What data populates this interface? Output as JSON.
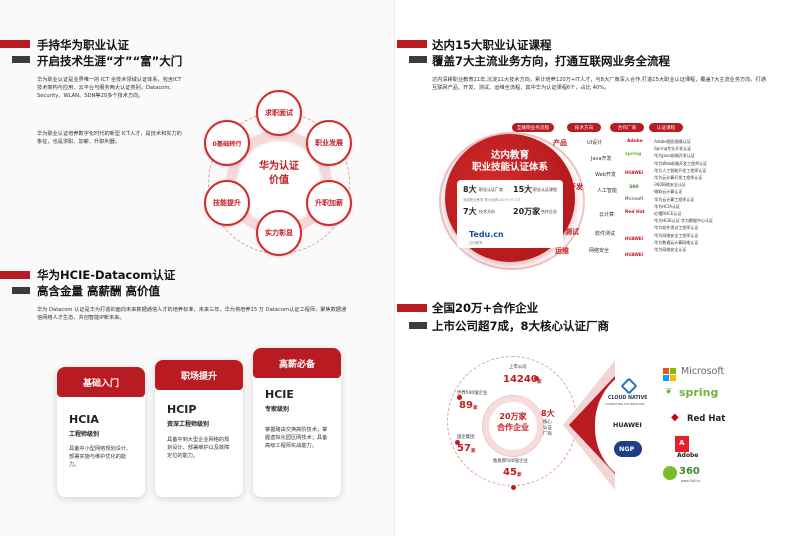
{
  "left": {
    "sec1": {
      "title1": "手持华为职业认证",
      "title2": "开启技术生涯“才”“富”大门",
      "para1": "华为职业认证是业界唯一的 ICT 全技术领域认证体系，包含ICT技术架构与应用、云平台与服务两大认证类别，Datacom、Security、WLAN、SDN等20多个技术方向。",
      "para2": "华为职业认证培养数字化时代的新型 ICT人才，是技术和实力的象征，也是求职、加薪、升职利器。",
      "center": "华为认证\n价值",
      "nodes": [
        "求职面试",
        "职业发展",
        "升职加薪",
        "实力彰显",
        "技能提升",
        "0基础转行"
      ]
    },
    "sec2": {
      "title1": "华为HCIE-Datacom认证",
      "title2": "高含金量  高薪酬  高价值",
      "para": "华为 Datacom 认证是华为打造的面向未来数据通信人才的培养标准，未来三年，华为将培养15 万 Datacom认证工程师，聚焦数据通信网络人才生态，共创智能IP新未来。",
      "cards": [
        {
          "head": "基础入门",
          "title": "HCIA",
          "sub": "工程师级别",
          "text": "具备中小型网络规划设计、部署实施与维护优化的能力。"
        },
        {
          "head": "职场提升",
          "title": "HCIP",
          "sub": "资深工程师级别",
          "text": "具备中到大型企业网络的规划设计、部署维护以及故障定位的能力。"
        },
        {
          "head": "高薪必备",
          "title": "HCIE",
          "sub": "专家级别",
          "text": "掌握路由交换高阶技术；掌握虚拟化园区网技术；具备高级工程师实战能力。"
        }
      ]
    }
  },
  "right": {
    "sec1": {
      "title1": "达内15大职业认证课程",
      "title2": "覆盖7大主流业务方向，打通互联网业务全流程",
      "para": "达内深耕职业教育21年,沉淀11大技术方向，累计培养120万+IT人才，与8大厂商深入合作,打造15大职业认证课程，覆盖7大主流业务方向，打通互联网产品、开发、测试、运维全流程，其中华为认证课程6个，占比 40%。",
      "headers": [
        "互联网业务流程",
        "技术方向",
        "合作厂商",
        "认证课程"
      ],
      "core_title": "达内教育\n职业技能认证体系",
      "stats": [
        {
          "num": "8大",
          "label": "职业认证厂商"
        },
        {
          "num": "15大",
          "label": "职业认证课程"
        },
        {
          "num": "7大",
          "label": "技术方向"
        },
        {
          "num": "20万家",
          "label": "合作企业"
        }
      ],
      "core_note": "深耕职业教育 累计培养120万+IT人才",
      "brand": "Tedu.cn",
      "brand_sub": "达内教育",
      "stages": [
        "产品",
        "开发",
        "测试",
        "运维"
      ],
      "directions": [
        "UI设计",
        "Java开发",
        "Web开发",
        "人工智能",
        "云计算",
        "软件测试",
        "网络安全"
      ],
      "vendors": [
        "Adobe",
        "spring",
        "HUAWEI",
        "360",
        "Microsoft",
        "Red Hat",
        "HUAWEI",
        "HUAWEI"
      ],
      "courses": [
        "Adobe图形图像认证",
        "Spring专业开发认证",
        "华为Java前端开发认证",
        "华为Web前端开发工程师认证",
        "华为人工智能开发工程师认证",
        "华为云计算开发工程师认证",
        "360网络安全认证",
        "微软云计算认证",
        "华为云计算工程师认证",
        "华为HCIA认证",
        "红帽RHCE认证",
        "华为HCIE认证 华为数据中心认证",
        "华为软件测试工程师认证",
        "华为网络安全工程师认证",
        "华为数通云计算网络认证",
        "华为网络安全认证"
      ]
    },
    "sec2": {
      "title1": "全国20万+合作企业",
      "title2": "上市公司超7成，8大核心认证厂商",
      "center": "20万家\n合作企业",
      "stats": [
        {
          "label": "上市公司",
          "num": "14240",
          "unit": "家"
        },
        {
          "label": "世界500强企业",
          "num": "89",
          "unit": "家"
        },
        {
          "label": "国企集团",
          "num": "57",
          "unit": "家"
        },
        {
          "label": "独角兽500强企业",
          "num": "45",
          "unit": "家"
        }
      ],
      "eight": "8大",
      "eight_label": "核心\n认证\n厂商",
      "logos_a": [
        "CLOUD NATIVE",
        "HUAWEI",
        "NGP"
      ],
      "logo_a_sub": "COMPUTING FOUNDATION",
      "logos_b": [
        "Microsoft",
        "spring",
        "Red Hat",
        "Adobe",
        "360"
      ],
      "logo_360_sub": "www.360.cn"
    }
  },
  "colors": {
    "brand_red": "#b81c22",
    "dark": "#3c3c3c"
  }
}
